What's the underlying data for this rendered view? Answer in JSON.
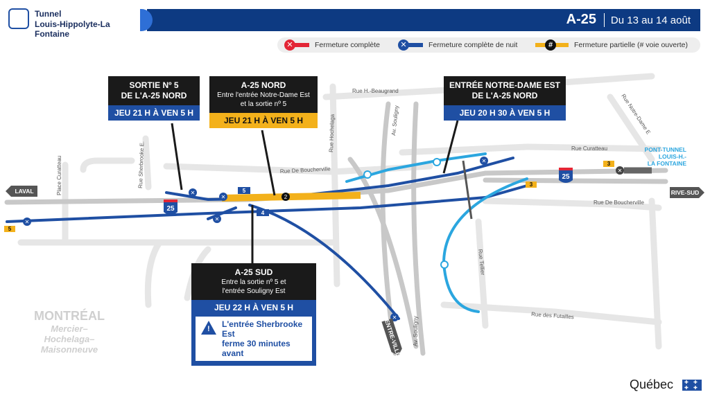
{
  "header": {
    "logo_line1": "Tunnel",
    "logo_line2": "Louis-Hippolyte-La Fontaine",
    "route": "A-25",
    "dates": "Du 13 au 14 août"
  },
  "legend": {
    "full_closure": "Fermeture complète",
    "night_closure": "Fermeture complète de nuit",
    "partial_closure": "Fermeture partielle (# voie ouverte)",
    "partial_symbol": "#"
  },
  "callouts": {
    "sortie5": {
      "title1": "SORTIE Nº 5",
      "title2": "DE L'A-25 NORD",
      "time": "JEU 21 H À VEN 5 H"
    },
    "a25nord": {
      "title": "A-25 NORD",
      "sub1": "Entre l'entrée Notre-Dame Est",
      "sub2": "et la sortie nº 5",
      "time": "JEU 21 H À VEN 5 H"
    },
    "notredame": {
      "title1": "ENTRÉE NOTRE-DAME EST",
      "title2": "DE L'A-25 NORD",
      "time": "JEU 20 H 30 À VEN 5 H"
    },
    "a25sud": {
      "title": "A-25 SUD",
      "sub1": "Entre la sortie nº 5 et",
      "sub2": "l'entrée Souligny Est",
      "time": "JEU 22 H À VEN 5 H",
      "warning1": "L'entrée Sherbrooke Est",
      "warning2": "ferme 30 minutes avant"
    }
  },
  "streets": {
    "beaugrand": "Rue H.-Beaugrand",
    "notredame_e": "Rue Notre-Dame E",
    "curatteau_n": "Rue Curatteau",
    "boucherville_w": "Rue De Boucherville",
    "boucherville_e": "Rue De Boucherville",
    "hochelaga": "Rue Hochelaga",
    "souligny_n": "Av. Souligny",
    "souligny_s": "Av. Souligny",
    "sherbrooke": "Rue Sherbrooke E.",
    "place_curatteau": "Place Curatteau",
    "tellier": "Rue Tellier",
    "futailles": "Rue des Futailles"
  },
  "directions": {
    "laval": "LAVAL",
    "rive_sud": "RIVE-SUD",
    "centre_ville": "CENTRE-VILLE",
    "pont_tunnel1": "PONT-TUNNEL",
    "pont_tunnel2": "LOUIS-H.-",
    "pont_tunnel3": "LA FONTAINE"
  },
  "map_labels": {
    "shield_number": "25",
    "exit5": "5",
    "exit4": "4",
    "lanes_open_nord": "2",
    "lanes_open_east": "3",
    "lanes_open_east2": "3",
    "exit5_west": "5"
  },
  "area": {
    "city": "MONTRÉAL",
    "district1": "Mercier–",
    "district2": "Hochelaga–",
    "district3": "Maisonneuve"
  },
  "footer": {
    "brand": "Québec"
  },
  "colors": {
    "night_closure": "#1f4fa3",
    "night_closure_light": "#2ba6df",
    "partial_closure": "#f3b11b",
    "full_closure": "#e32636",
    "header_blue": "#0d3a82",
    "road_grey": "#c8c8c8",
    "road_light": "#e6e6e6"
  }
}
